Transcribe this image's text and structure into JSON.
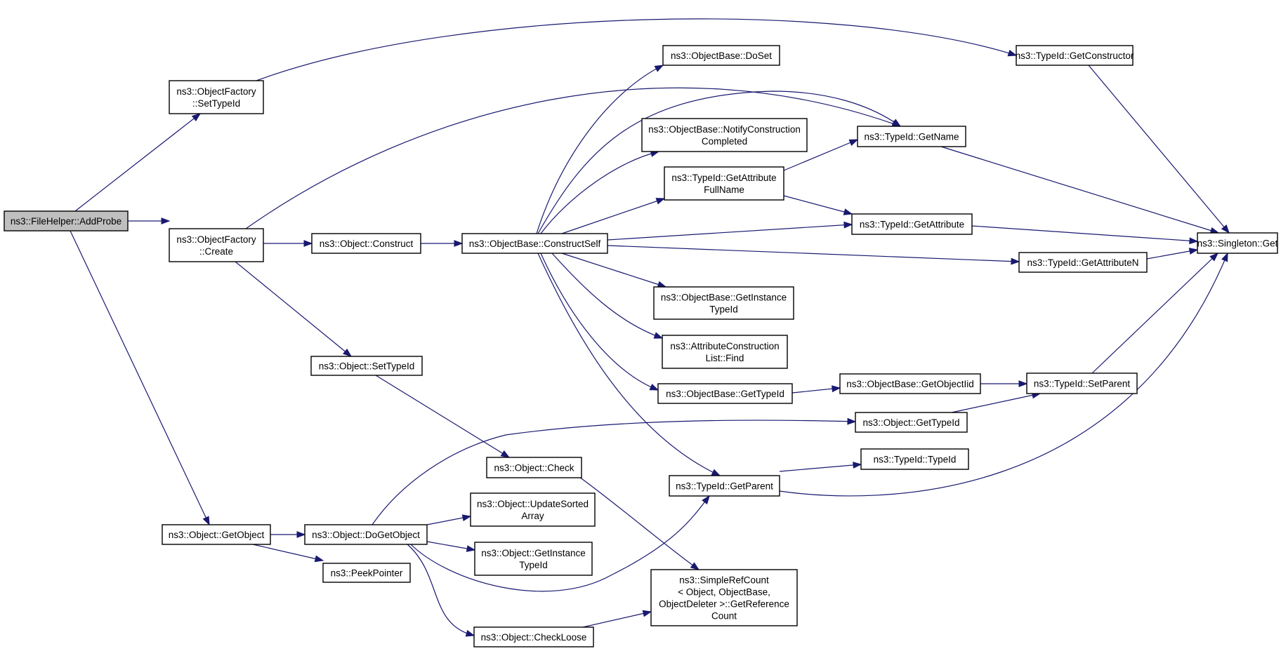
{
  "colors": {
    "edge": "#191970",
    "root_fill": "#bfbfbf",
    "node_fill": "#ffffff",
    "border": "#000000"
  },
  "nodes": [
    {
      "id": "addprobe",
      "lines": [
        "ns3::FileHelper::AddProbe"
      ],
      "root": true
    },
    {
      "id": "of_settypeid",
      "lines": [
        "ns3::ObjectFactory",
        "::SetTypeId"
      ]
    },
    {
      "id": "of_create",
      "lines": [
        "ns3::ObjectFactory",
        "::Create"
      ]
    },
    {
      "id": "obj_getobject",
      "lines": [
        "ns3::Object::GetObject"
      ]
    },
    {
      "id": "obj_construct",
      "lines": [
        "ns3::Object::Construct"
      ]
    },
    {
      "id": "obj_settypeid",
      "lines": [
        "ns3::Object::SetTypeId"
      ]
    },
    {
      "id": "ob_constructself",
      "lines": [
        "ns3::ObjectBase::ConstructSelf"
      ]
    },
    {
      "id": "ob_doset",
      "lines": [
        "ns3::ObjectBase::DoSet"
      ]
    },
    {
      "id": "ob_notify",
      "lines": [
        "ns3::ObjectBase::NotifyConstruction",
        "Completed"
      ]
    },
    {
      "id": "tid_getattrfullname",
      "lines": [
        "ns3::TypeId::GetAttribute",
        "FullName"
      ]
    },
    {
      "id": "ob_getinstancetypeid",
      "lines": [
        "ns3::ObjectBase::GetInstance",
        "TypeId"
      ]
    },
    {
      "id": "acl_find",
      "lines": [
        "ns3::AttributeConstruction",
        "List::Find"
      ]
    },
    {
      "id": "ob_gettypeid",
      "lines": [
        "ns3::ObjectBase::GetTypeId"
      ]
    },
    {
      "id": "tid_getconstructor",
      "lines": [
        "ns3::TypeId::GetConstructor"
      ]
    },
    {
      "id": "tid_getname",
      "lines": [
        "ns3::TypeId::GetName"
      ]
    },
    {
      "id": "tid_getattribute",
      "lines": [
        "ns3::TypeId::GetAttribute"
      ]
    },
    {
      "id": "tid_getattributen",
      "lines": [
        "ns3::TypeId::GetAttributeN"
      ]
    },
    {
      "id": "singleton_get",
      "lines": [
        "ns3::Singleton::Get"
      ]
    },
    {
      "id": "ob_getobjectiid",
      "lines": [
        "ns3::ObjectBase::GetObjectIid"
      ]
    },
    {
      "id": "tid_setparent",
      "lines": [
        "ns3::TypeId::SetParent"
      ]
    },
    {
      "id": "obj_gettypeid",
      "lines": [
        "ns3::Object::GetTypeId"
      ]
    },
    {
      "id": "obj_check",
      "lines": [
        "ns3::Object::Check"
      ]
    },
    {
      "id": "tid_getparent",
      "lines": [
        "ns3::TypeId::GetParent"
      ]
    },
    {
      "id": "tid_typeid",
      "lines": [
        "ns3::TypeId::TypeId"
      ]
    },
    {
      "id": "obj_dogetobject",
      "lines": [
        "ns3::Object::DoGetObject"
      ]
    },
    {
      "id": "obj_updatesorted",
      "lines": [
        "ns3::Object::UpdateSorted",
        "Array"
      ]
    },
    {
      "id": "obj_getinstancetypeid",
      "lines": [
        "ns3::Object::GetInstance",
        "TypeId"
      ]
    },
    {
      "id": "peekpointer",
      "lines": [
        "ns3::PeekPointer"
      ]
    },
    {
      "id": "srefcount",
      "lines": [
        "ns3::SimpleRefCount",
        "< Object, ObjectBase,",
        "ObjectDeleter >::GetReference",
        "Count"
      ]
    },
    {
      "id": "obj_checkloose",
      "lines": [
        "ns3::Object::CheckLoose"
      ]
    }
  ]
}
